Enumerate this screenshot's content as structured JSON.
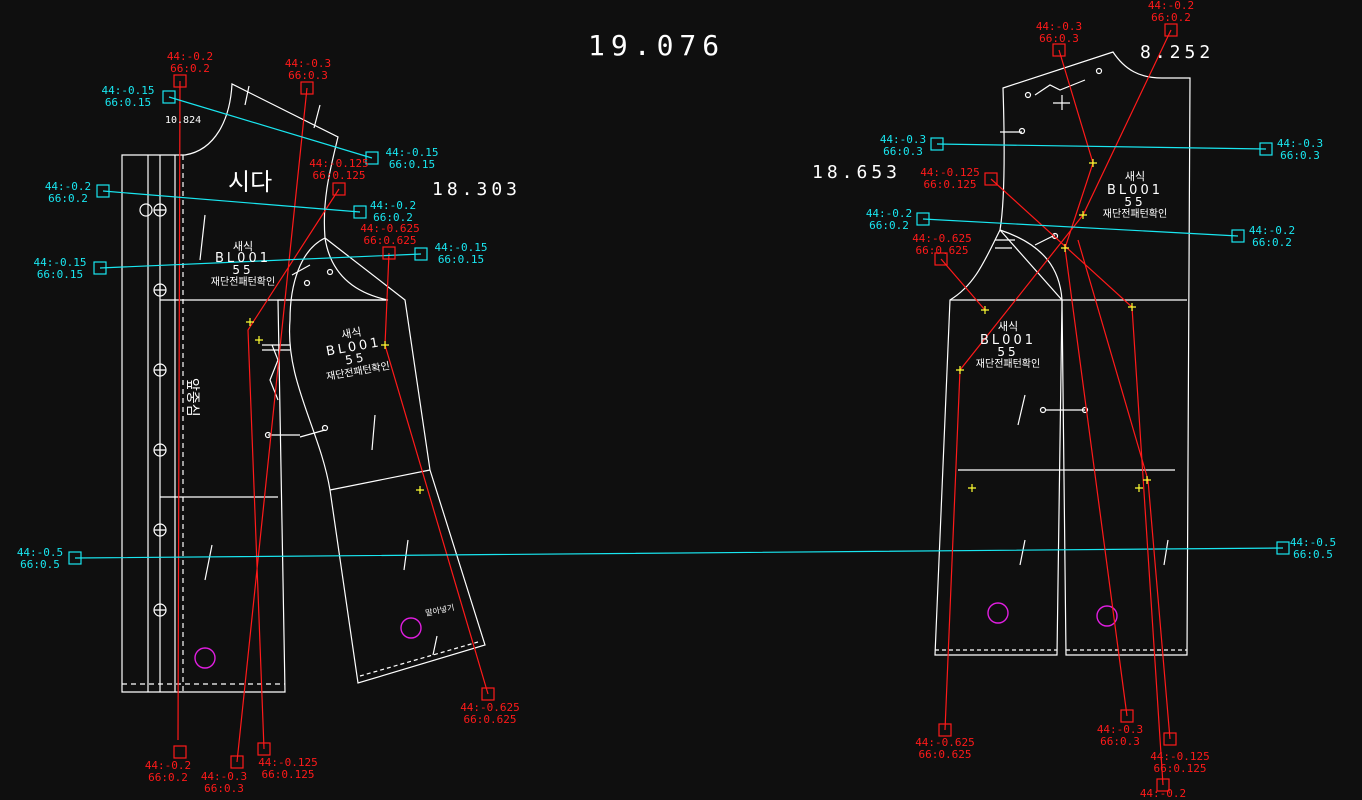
{
  "measurements": {
    "top_center": "19.076",
    "top_right": "8.252",
    "left_mid": "18.303",
    "right_mid": "18.653",
    "left_small": "10.824"
  },
  "pieces": [
    {
      "title": "새식",
      "code": "BL001",
      "size": "55",
      "note": "재단전패턴확인"
    },
    {
      "title": "새식",
      "code": "BL001",
      "size": "55",
      "note": "재단전패턴확인"
    },
    {
      "title": "새식",
      "code": "BL001",
      "size": "55",
      "note": "재단전패턴확인"
    },
    {
      "title": "새식",
      "code": "BL001",
      "size": "55",
      "note": "재단전패턴확인"
    }
  ],
  "annotations": {
    "sida": "시다",
    "center_front": "앞중심",
    "hem_note": "말아넣기"
  },
  "colors": {
    "red": "#ff1a1a",
    "cyan": "#19e6f0",
    "white": "#ffffff",
    "magenta": "#e01ee0",
    "yellow": "#ffff33",
    "background": "#0f0f0f"
  },
  "grade_labels": [
    {
      "l1": "44:-0.2",
      "l2": "66:0.2",
      "color": "#ff1a1a"
    },
    {
      "l1": "44:-0.3",
      "l2": "66:0.3",
      "color": "#ff1a1a"
    },
    {
      "l1": "44:-0.15",
      "l2": "66:0.15",
      "color": "#19e6f0"
    },
    {
      "l1": "44:-0.15",
      "l2": "66:0.15",
      "color": "#19e6f0"
    },
    {
      "l1": "44:-0.125",
      "l2": "66:0.125",
      "color": "#ff1a1a"
    },
    {
      "l1": "44:-0.2",
      "l2": "66:0.2",
      "color": "#19e6f0"
    },
    {
      "l1": "44:-0.2",
      "l2": "66:0.2",
      "color": "#19e6f0"
    },
    {
      "l1": "44:-0.625",
      "l2": "66:0.625",
      "color": "#ff1a1a"
    },
    {
      "l1": "44:-0.15",
      "l2": "66:0.15",
      "color": "#19e6f0"
    },
    {
      "l1": "44:-0.15",
      "l2": "66:0.15",
      "color": "#19e6f0"
    },
    {
      "l1": "44:-0.5",
      "l2": "66:0.5",
      "color": "#19e6f0"
    },
    {
      "l1": "44:-0.625",
      "l2": "66:0.625",
      "color": "#ff1a1a"
    },
    {
      "l1": "44:-0.2",
      "l2": "66:0.2",
      "color": "#ff1a1a"
    },
    {
      "l1": "44:-0.3",
      "l2": "66:0.3",
      "color": "#ff1a1a"
    },
    {
      "l1": "44:-0.125",
      "l2": "66:0.125",
      "color": "#ff1a1a"
    },
    {
      "l1": "44:-0.3",
      "l2": "66:0.3",
      "color": "#ff1a1a"
    },
    {
      "l1": "44:-0.2",
      "l2": "66:0.2",
      "color": "#ff1a1a"
    },
    {
      "l1": "44:-0.3",
      "l2": "66:0.3",
      "color": "#19e6f0"
    },
    {
      "l1": "44:-0.3",
      "l2": "66:0.3",
      "color": "#19e6f0"
    },
    {
      "l1": "44:-0.125",
      "l2": "66:0.125",
      "color": "#ff1a1a"
    },
    {
      "l1": "44:-0.2",
      "l2": "66:0.2",
      "color": "#19e6f0"
    },
    {
      "l1": "44:-0.2",
      "l2": "66:0.2",
      "color": "#19e6f0"
    },
    {
      "l1": "44:-0.625",
      "l2": "66:0.625",
      "color": "#ff1a1a"
    },
    {
      "l1": "44:-0.5",
      "l2": "66:0.5",
      "color": "#19e6f0"
    },
    {
      "l1": "44:-0.625",
      "l2": "66:0.625",
      "color": "#ff1a1a"
    },
    {
      "l1": "44:-0.3",
      "l2": "66:0.3",
      "color": "#ff1a1a"
    },
    {
      "l1": "44:-0.125",
      "l2": "66:0.125",
      "color": "#ff1a1a"
    },
    {
      "l1": "44:-0.2",
      "l2": "",
      "color": "#ff1a1a"
    }
  ]
}
